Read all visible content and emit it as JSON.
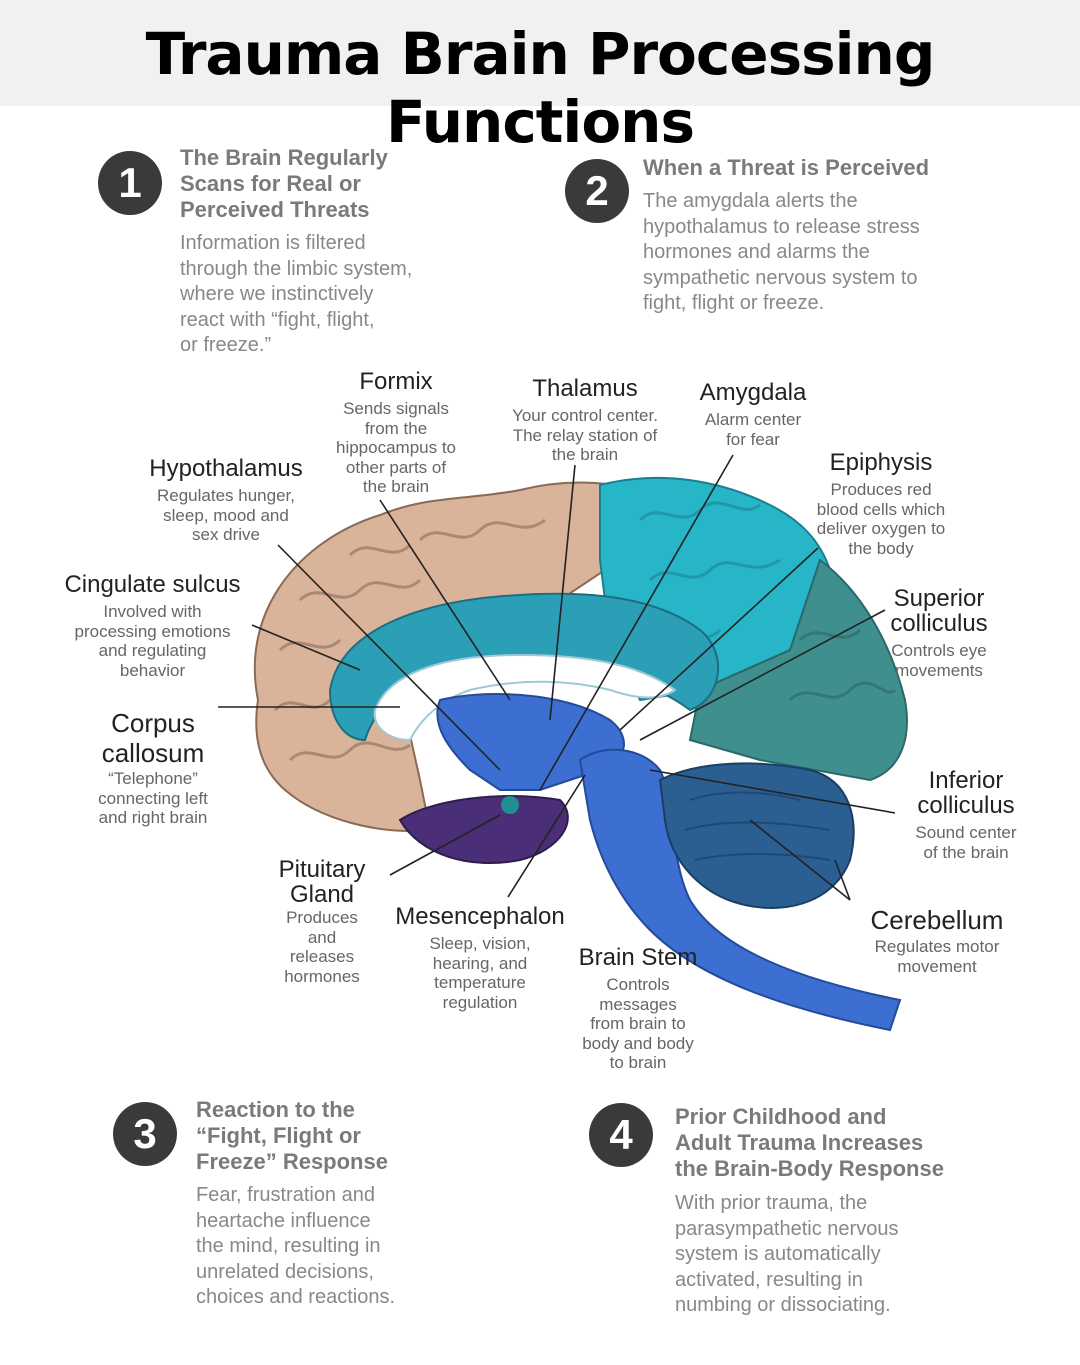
{
  "title": "Trauma Brain Processing Functions",
  "steps": [
    {
      "number": "1",
      "title": "The Brain Regularly Scans for Real or Perceived Threats",
      "title_lines": [
        "The Brain Regularly",
        "Scans for Real or",
        "Perceived Threats"
      ],
      "body_lines": [
        "Information is filtered",
        "through the limbic system,",
        "where we instinctively",
        "react with “fight, flight,",
        "or freeze.”"
      ]
    },
    {
      "number": "2",
      "title": "When a Threat is Perceived",
      "title_lines": [
        "When a Threat is Perceived"
      ],
      "body_lines": [
        "The amygdala alerts the",
        "hypothalamus to release stress",
        "hormones and alarms the",
        "sympathetic nervous system to",
        "fight, flight or freeze."
      ]
    },
    {
      "number": "3",
      "title": "Reaction to the “Fight, Flight or Freeze” Response",
      "title_lines": [
        "Reaction to the",
        "“Fight, Flight or",
        "Freeze” Response"
      ],
      "body_lines": [
        "Fear, frustration and",
        "heartache influence",
        "the mind, resulting in",
        "unrelated decisions,",
        "choices and reactions."
      ]
    },
    {
      "number": "4",
      "title": "Prior Childhood and Adult Trauma Increases the Brain-Body Response",
      "title_lines": [
        "Prior Childhood and",
        "Adult Trauma Increases",
        "the Brain-Body Response"
      ],
      "body_lines": [
        "With prior trauma, the",
        "parasympathetic nervous",
        "system is automatically",
        "activated, resulting in",
        "numbing or dissociating."
      ]
    }
  ],
  "labels": {
    "formix": {
      "name": "Formix",
      "desc_lines": [
        "Sends signals",
        "from the",
        "hippocampus to",
        "other parts of",
        "the brain"
      ]
    },
    "thalamus": {
      "name": "Thalamus",
      "desc_lines": [
        "Your control center.",
        "The relay station of",
        "the brain"
      ]
    },
    "amygdala": {
      "name": "Amygdala",
      "desc_lines": [
        "Alarm center",
        "for fear"
      ]
    },
    "hypothalamus": {
      "name": "Hypothalamus",
      "desc_lines": [
        "Regulates hunger,",
        "sleep, mood and",
        "sex drive"
      ]
    },
    "epiphysis": {
      "name": "Epiphysis",
      "desc_lines": [
        "Produces red",
        "blood cells which",
        "deliver oxygen to",
        "the body"
      ]
    },
    "cingulate": {
      "name": "Cingulate sulcus",
      "desc_lines": [
        "Involved with",
        "processing emotions",
        "and regulating",
        "behavior"
      ]
    },
    "superior": {
      "name_lines": [
        "Superior",
        "colliculus"
      ],
      "desc_lines": [
        "Controls eye",
        "movements"
      ]
    },
    "corpus": {
      "name_lines": [
        "Corpus",
        "callosum"
      ],
      "desc_lines": [
        "“Telephone”",
        "connecting left",
        "and right brain"
      ]
    },
    "inferior": {
      "name_lines": [
        "Inferior",
        "colliculus"
      ],
      "desc_lines": [
        "Sound center",
        "of the brain"
      ]
    },
    "pituitary": {
      "name_lines": [
        "Pituitary",
        "Gland"
      ],
      "desc_lines": [
        "Produces",
        "and",
        "releases",
        "hormones"
      ]
    },
    "mesencephalon": {
      "name": "Mesencephalon",
      "desc_lines": [
        "Sleep, vision,",
        "hearing, and",
        "temperature",
        "regulation"
      ]
    },
    "brainstem": {
      "name": "Brain Stem",
      "desc_lines": [
        "Controls",
        "messages",
        "from brain to",
        "body and body",
        "to brain"
      ]
    },
    "cerebellum": {
      "name": "Cerebellum",
      "desc_lines": [
        "Regulates motor",
        "movement"
      ]
    }
  },
  "colors": {
    "frontal_cortex": "#d9b49a",
    "parietal_cortex": "#27b5c8",
    "occipital_cortex": "#3f8f8f",
    "limbic_band": "#2a9fb5",
    "deep_structures": "#3c6fd1",
    "cerebellum": "#2b5f92",
    "pituitary_region": "#4a2f78",
    "step_badge": "#3a3a3a"
  }
}
